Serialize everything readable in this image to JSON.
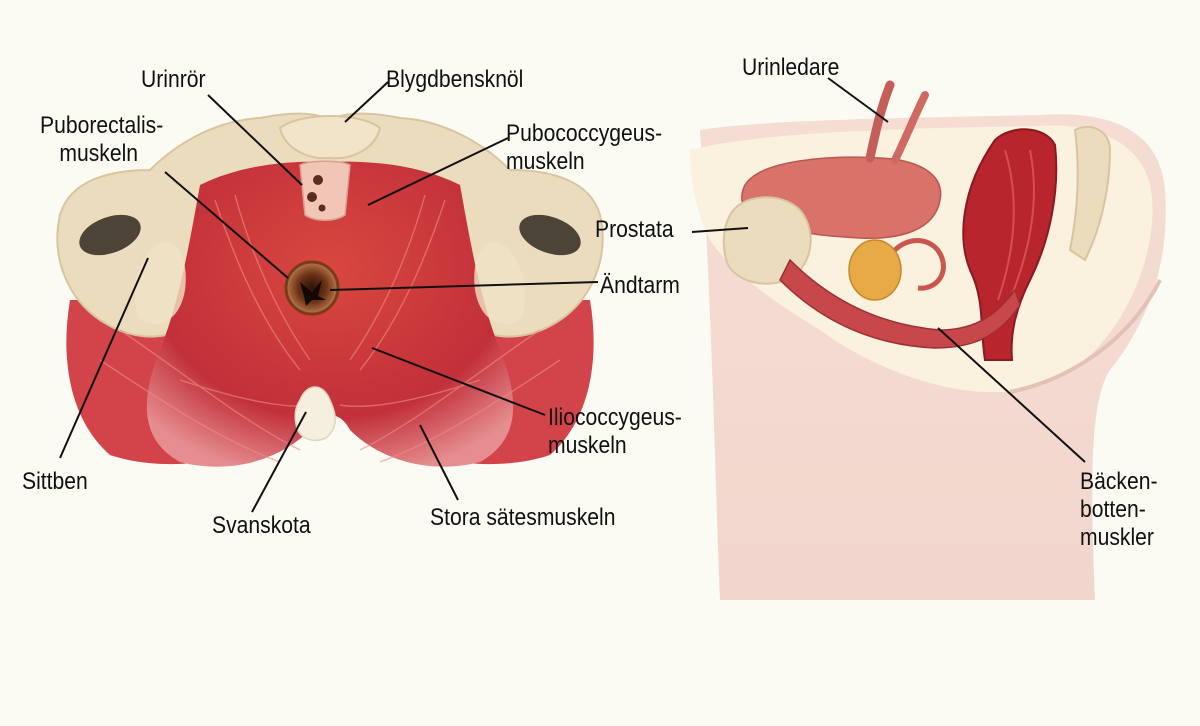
{
  "colors": {
    "background": "#fbfaf3",
    "bone": "#ecdcbe",
    "muscle": "#c8323a",
    "muscle_light": "#e88a8a",
    "skin": "#f3d9d0",
    "leader_line": "#111111"
  },
  "left_diagram": {
    "labels": {
      "urinror": "Urinrör",
      "blygdbensknol": "Blygdbensknöl",
      "puborectalis_1": "Puborectalis-",
      "puborectalis_2": "muskeln",
      "pubococcygeus_1": "Pubococcygeus-",
      "pubococcygeus_2": "muskeln",
      "andtarm": "Ändtarm",
      "iliococcygeus_1": "Iliococcygeus-",
      "iliococcygeus_2": "muskeln",
      "sittben": "Sittben",
      "svanskota": "Svanskota",
      "stora_satesmuskeln": "Stora sätesmuskeln"
    }
  },
  "right_diagram": {
    "labels": {
      "urinledare": "Urinledare",
      "prostata": "Prostata",
      "backenbotten_1": "Bäcken-",
      "backenbotten_2": "botten-",
      "backenbotten_3": "muskler"
    }
  }
}
